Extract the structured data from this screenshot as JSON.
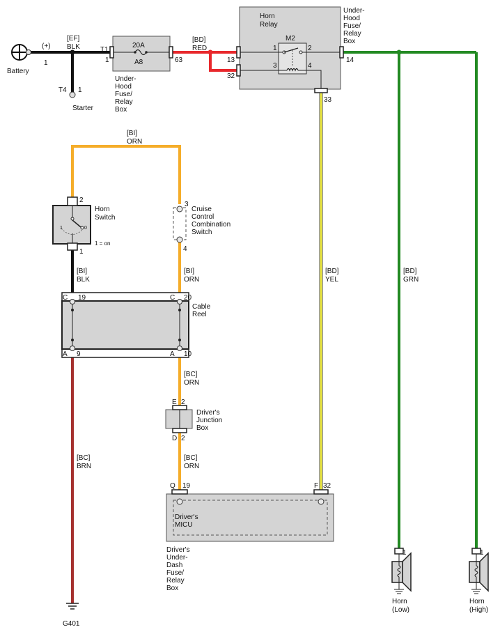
{
  "colors": {
    "red": "#e8282c",
    "orange": "#f5ad2a",
    "yellow": "#f0ec40",
    "green": "#238a23",
    "brown": "#a5302e",
    "black": "#111111",
    "component": "#d4d4d4"
  },
  "battery": {
    "label": "Battery",
    "terminal": "(+)",
    "pin": "1",
    "icon": "battery-icon"
  },
  "wire_ef": {
    "circuit": "[EF]",
    "color": "BLK"
  },
  "starter": {
    "connector": "T4",
    "pin": "1",
    "label": "Starter"
  },
  "fuse_box": {
    "connector": "T1",
    "pin_in": "1",
    "rating": "20A",
    "fuse_id": "A8",
    "pin_out": "63",
    "label": [
      "Under-",
      "Hood",
      "Fuse/",
      "Relay",
      "Box"
    ]
  },
  "wire_bd_red": {
    "circuit": "[BD]",
    "color": "RED"
  },
  "relay": {
    "title": [
      "Horn",
      "Relay"
    ],
    "id": "M2",
    "pins": [
      "1",
      "2",
      "3",
      "4"
    ],
    "conn_pins": [
      "13",
      "32",
      "14",
      "33"
    ],
    "box_label": [
      "Under-",
      "Hood",
      "Fuse/",
      "Relay",
      "Box"
    ]
  },
  "horn_switch": {
    "label": [
      "Horn",
      "Switch"
    ],
    "pin_top": "2",
    "pin_bottom": "1",
    "contact_off": "0",
    "contact_on": "1",
    "note": "1 = on"
  },
  "wire_bi_orn_top": {
    "circuit": "[BI]",
    "color": "ORN"
  },
  "cruise": {
    "label": [
      "Cruise",
      "Control",
      "Combination",
      "Switch"
    ],
    "pin_top": "3",
    "pin_bottom": "4"
  },
  "wire_bi_blk": {
    "circuit": "[BI]",
    "color": "BLK"
  },
  "wire_bi_orn": {
    "circuit": "[BI]",
    "color": "ORN"
  },
  "cable_reel": {
    "label": [
      "Cable",
      "Reel"
    ],
    "conn_top_left": "C",
    "pin_top_left": "19",
    "conn_top_right": "C",
    "pin_top_right": "20",
    "conn_bottom_left": "A",
    "pin_bottom_left": "9",
    "conn_bottom_right": "A",
    "pin_bottom_right": "10"
  },
  "wire_bc_orn_1": {
    "circuit": "[BC]",
    "color": "ORN"
  },
  "jbox": {
    "label": [
      "Driver's",
      "Junction",
      "Box"
    ],
    "conn_top": "E",
    "pin_top": "2",
    "conn_bottom": "D",
    "pin_bottom": "2"
  },
  "wire_bc_orn_2": {
    "circuit": "[BC]",
    "color": "ORN"
  },
  "wire_bc_brn": {
    "circuit": "[BC]",
    "color": "BRN"
  },
  "micu": {
    "label": [
      "Driver's",
      "MICU"
    ],
    "conn_left": "Q",
    "pin_left": "19",
    "conn_right": "F",
    "pin_right": "32",
    "box_label": [
      "Driver's",
      "Under-",
      "Dash",
      "Fuse/",
      "Relay",
      "Box"
    ]
  },
  "wire_bd_yel": {
    "circuit": "[BD]",
    "color": "YEL"
  },
  "wire_bd_grn": {
    "circuit": "[BD]",
    "color": "GRN"
  },
  "horn_low": {
    "pin": "1",
    "label": [
      "Horn",
      "(Low)"
    ],
    "icon": "horn-icon"
  },
  "horn_high": {
    "pin": "1",
    "label": [
      "Horn",
      "(High)"
    ],
    "icon": "horn-icon"
  },
  "ground": {
    "label": "G401",
    "icon": "ground-icon"
  }
}
